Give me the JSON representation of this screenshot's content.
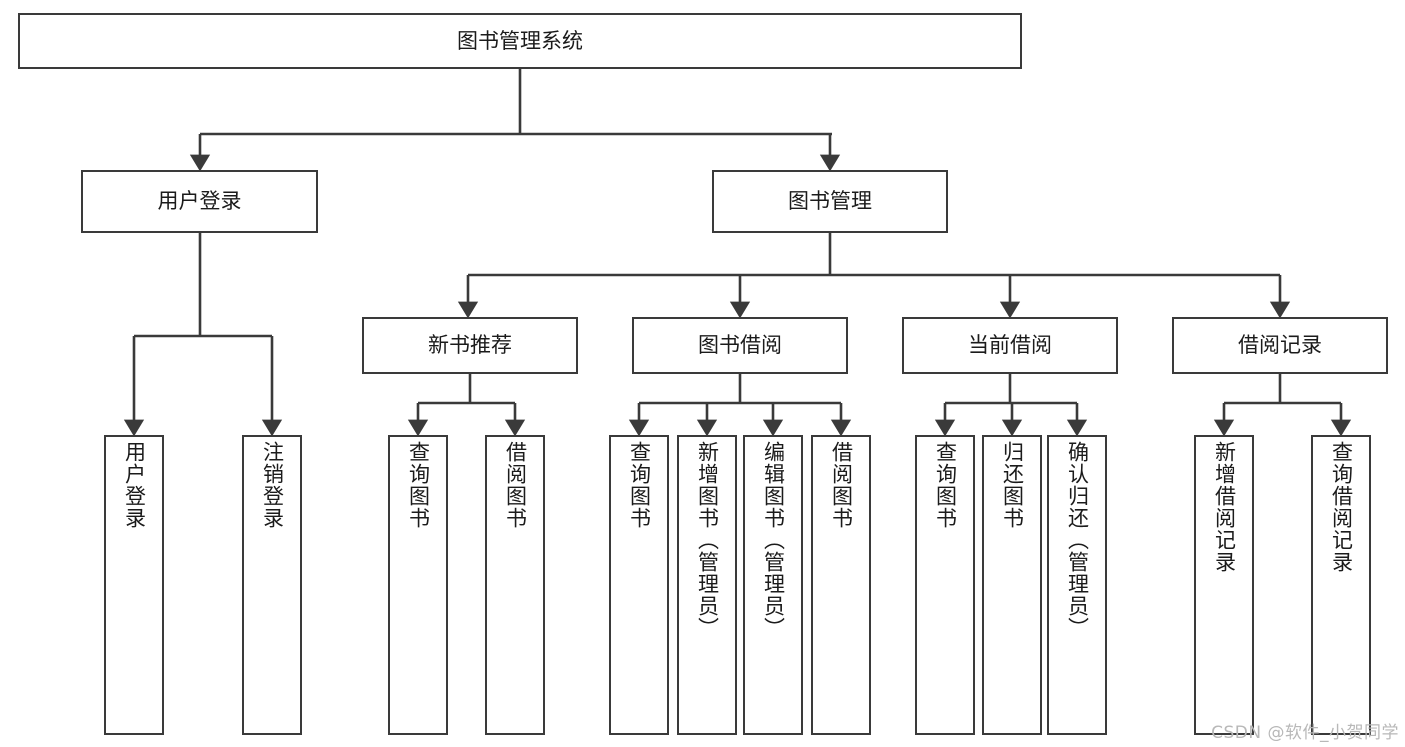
{
  "diagram": {
    "type": "tree-hierarchy",
    "title": "图书管理系统",
    "watermark": "CSDN @软件_小贺同学",
    "colors": {
      "border": "#3a3a3a",
      "background": "#ffffff",
      "text": "#1b1b1b",
      "watermark": "#b8b8b8"
    },
    "levels": {
      "root": "图书管理系统",
      "level1": [
        "用户登录",
        "图书管理"
      ],
      "level2": [
        "新书推荐",
        "图书借阅",
        "当前借阅",
        "借阅记录"
      ]
    },
    "nodes": {
      "root": {
        "label": "图书管理系统"
      },
      "user_login": {
        "label": "用户登录"
      },
      "book_manage": {
        "label": "图书管理"
      },
      "new_book_rec": {
        "label": "新书推荐"
      },
      "book_borrow": {
        "label": "图书借阅"
      },
      "current_borrow": {
        "label": "当前借阅"
      },
      "borrow_record": {
        "label": "借阅记录"
      },
      "leaf_user_login": {
        "label": "用户登录"
      },
      "leaf_user_logout": {
        "label": "注销登录"
      },
      "leaf_rec_query_book": {
        "label": "查询图书"
      },
      "leaf_rec_borrow_book": {
        "label": "借阅图书"
      },
      "leaf_borrow_query_book": {
        "label": "查询图书"
      },
      "leaf_borrow_add_book": {
        "label": "新增图书（管理员）"
      },
      "leaf_borrow_edit_book": {
        "label": "编辑图书（管理员）"
      },
      "leaf_borrow_borrow_book": {
        "label": "借阅图书"
      },
      "leaf_cur_query_book": {
        "label": "查询图书"
      },
      "leaf_cur_return_book": {
        "label": "归还图书"
      },
      "leaf_cur_confirm_return": {
        "label": "确认归还（管理员）"
      },
      "leaf_rec_add_record": {
        "label": "新增借阅记录"
      },
      "leaf_rec_query_record": {
        "label": "查询借阅记录"
      }
    },
    "edges": [
      {
        "from": "root",
        "to": "用户登录"
      },
      {
        "from": "root",
        "to": "图书管理"
      },
      {
        "from": "用户登录",
        "to": "用户登录(叶)"
      },
      {
        "from": "用户登录",
        "to": "注销登录"
      },
      {
        "from": "图书管理",
        "to": "新书推荐"
      },
      {
        "from": "图书管理",
        "to": "图书借阅"
      },
      {
        "from": "图书管理",
        "to": "当前借阅"
      },
      {
        "from": "图书管理",
        "to": "借阅记录"
      },
      {
        "from": "新书推荐",
        "to": "查询图书"
      },
      {
        "from": "新书推荐",
        "to": "借阅图书"
      },
      {
        "from": "图书借阅",
        "to": "查询图书"
      },
      {
        "from": "图书借阅",
        "to": "新增图书（管理员）"
      },
      {
        "from": "图书借阅",
        "to": "编辑图书（管理员）"
      },
      {
        "from": "图书借阅",
        "to": "借阅图书"
      },
      {
        "from": "当前借阅",
        "to": "查询图书"
      },
      {
        "from": "当前借阅",
        "to": "归还图书"
      },
      {
        "from": "当前借阅",
        "to": "确认归还（管理员）"
      },
      {
        "from": "借阅记录",
        "to": "新增借阅记录"
      },
      {
        "from": "借阅记录",
        "to": "查询借阅记录"
      }
    ]
  }
}
